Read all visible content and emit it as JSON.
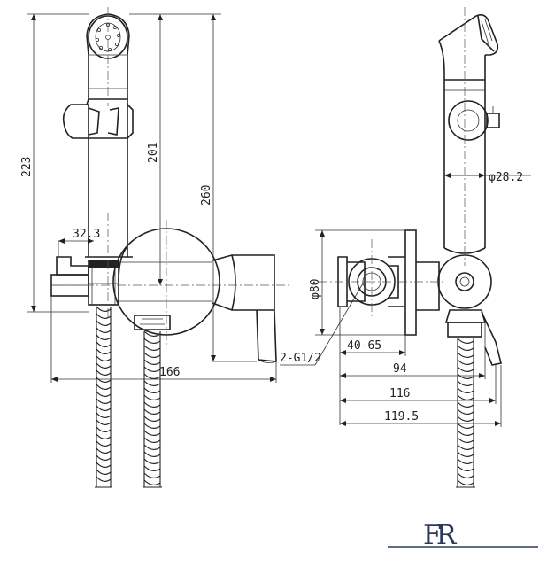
{
  "dimensions": {
    "d223": "223",
    "d201": "201",
    "d260": "260",
    "d32_3": "32.3",
    "d166": "166",
    "thread": "2-G1/2",
    "d28_2": "φ28.2",
    "d80": "φ80",
    "d40_65": "40-65",
    "d94": "94",
    "d116": "116",
    "d119_5": "119.5"
  },
  "logo": {
    "text": "FR"
  },
  "colors": {
    "line": "#222222",
    "logo": "#2b3a5c"
  }
}
